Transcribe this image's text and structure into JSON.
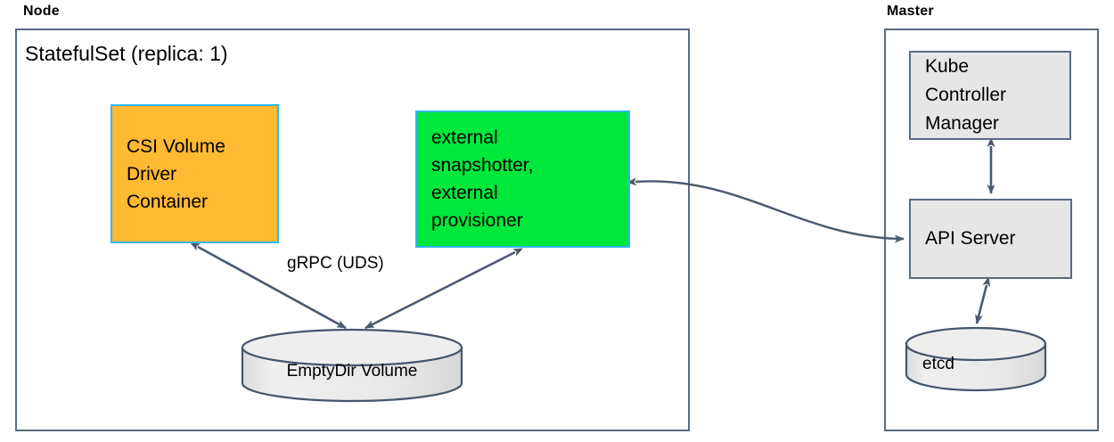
{
  "diagram": {
    "title_hidden": "",
    "zones": [
      {
        "id": "node",
        "label": "Node"
      },
      {
        "id": "master",
        "label": "Master"
      }
    ],
    "groups": [
      {
        "id": "statefulset",
        "label": "StatefulSet (replica: 1)"
      }
    ],
    "nodes": [
      {
        "id": "csi-volume-driver-container",
        "label": "CSI Volume\nDriver\nContainer",
        "shape": "rect",
        "fill": "#ffb932",
        "stroke": "#2fb8ef"
      },
      {
        "id": "external-snapshotter-provisioner",
        "label": "external\nsnapshotter,\nexternal\nprovisioner",
        "shape": "rect",
        "fill": "#00e83c",
        "stroke": "#2fb8ef"
      },
      {
        "id": "emptydir-volume",
        "label": "EmptyDir Volume",
        "shape": "cylinder",
        "fill": "#e6e6e6",
        "stroke": "#46566b"
      },
      {
        "id": "kube-controller-manager",
        "label": "Kube\nController\nManager",
        "shape": "rect",
        "fill": "#e6e6e6",
        "stroke": "#5a6b82"
      },
      {
        "id": "api-server",
        "label": "API Server",
        "shape": "rect",
        "fill": "#e6e6e6",
        "stroke": "#5a6b82"
      },
      {
        "id": "etcd",
        "label": "etcd",
        "shape": "cylinder",
        "fill": "#e6e6e6",
        "stroke": "#46566b"
      }
    ],
    "edges": [
      {
        "id": "csi-to-emptydir",
        "from": "csi-volume-driver-container",
        "to": "emptydir-volume",
        "label": "gRPC (UDS)",
        "arrows": "both"
      },
      {
        "id": "external-to-emptydir",
        "from": "external-snapshotter-provisioner",
        "to": "emptydir-volume",
        "label": "",
        "arrows": "both"
      },
      {
        "id": "external-to-apiserver",
        "from": "external-snapshotter-provisioner",
        "to": "api-server",
        "label": "",
        "arrows": "both"
      },
      {
        "id": "kcm-to-apiserver",
        "from": "kube-controller-manager",
        "to": "api-server",
        "label": "",
        "arrows": "both"
      },
      {
        "id": "apiserver-to-etcd",
        "from": "api-server",
        "to": "etcd",
        "label": "",
        "arrows": "both"
      }
    ],
    "colors": {
      "edge_stroke": "#4a5a6e",
      "zone_stroke": "#5a6b82",
      "accent_cyan": "#2fb8ef",
      "accent_orange": "#ffb932",
      "accent_green": "#00e83c",
      "gray_fill": "#e6e6e6"
    }
  }
}
